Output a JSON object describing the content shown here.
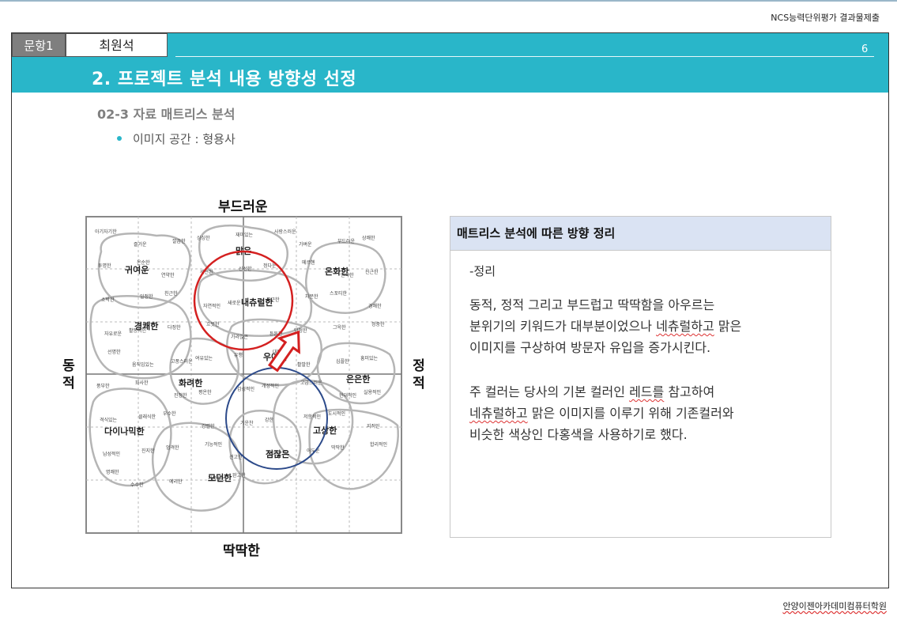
{
  "header": {
    "doc_label": "NCS능력단위평가 결과물제출"
  },
  "banner": {
    "tab_label": "문항1",
    "tab_name": "최원석",
    "page_number": "6",
    "title": "2. 프로젝트 분석 내용 방향성 선정",
    "bg_color": "#29b6c9"
  },
  "section": {
    "subtitle": "02-3 자료 매트리스 분석",
    "bullet": "이미지 공간 : 형용사"
  },
  "matrix": {
    "axis_top": "부드러운",
    "axis_bottom": "딱딱한",
    "axis_left": "동적",
    "axis_right": "정적",
    "groups": [
      "귀여운",
      "맑은",
      "온화한",
      "내츄럴한",
      "경쾌한",
      "우아한",
      "화려한",
      "은은한",
      "다이나믹한",
      "고상한",
      "점잖은",
      "모던한"
    ],
    "small_words": [
      "아기자기한",
      "즐거운",
      "깔끔한",
      "싱싱한",
      "재미있는",
      "사랑스러운",
      "가벼운",
      "부드러운",
      "상쾌한",
      "투명한",
      "온순한",
      "연약한",
      "세련된",
      "신선한",
      "정다운",
      "메르헨",
      "안락한",
      "진근한",
      "소박한",
      "일정한",
      "친근한",
      "자연적인",
      "새로운",
      "포근한",
      "차분한",
      "스포티한",
      "경쾌한",
      "자유로운",
      "활동적인",
      "다정한",
      "흐뭇한",
      "가라앉은",
      "튼튼한",
      "단정한",
      "그윽한",
      "정중한",
      "선명한",
      "움직임있는",
      "고풍스러운",
      "여유있는",
      "유행",
      "대담한",
      "활발한",
      "심플한",
      "흥미있는",
      "풍부한",
      "화사한",
      "진정한",
      "평온한",
      "감성적인",
      "개성적인",
      "고급스러운",
      "현대적인",
      "실용적인",
      "격식있는",
      "클래식한",
      "우수한",
      "강렬한",
      "기운찬",
      "강한",
      "저항적인",
      "도시적인",
      "지적인",
      "남성적인",
      "진지한",
      "엄격한",
      "기능적인",
      "견고한",
      "무거운",
      "어두운",
      "딱딱한",
      "합리적인",
      "명쾌한",
      "수수한",
      "예리한",
      "기품있는",
      "완고한"
    ]
  },
  "panel": {
    "heading": "매트리스 분석에 따른 방향 정리",
    "sub": "-정리",
    "para1": [
      "동적, 정적 그리고 부드럽고 딱딱함을 아우르는",
      "분위기의 키워드가 대부분이었으나 네츄럴하고 맑은",
      "이미지를 구상하여 방문자 유입을 증가시킨다."
    ],
    "para2": [
      "주 컬러는 당사의 기본 컬러인 레드를 참고하여",
      "네츄럴하고 맑은 이미지를 이루기 위해 기존컬러와",
      "비슷한 색상인 다홍색을 사용하기로 했다."
    ],
    "heading_bg": "#dae3f3"
  },
  "footer": {
    "text": "안양이젠아카데미컴퓨터학원"
  }
}
